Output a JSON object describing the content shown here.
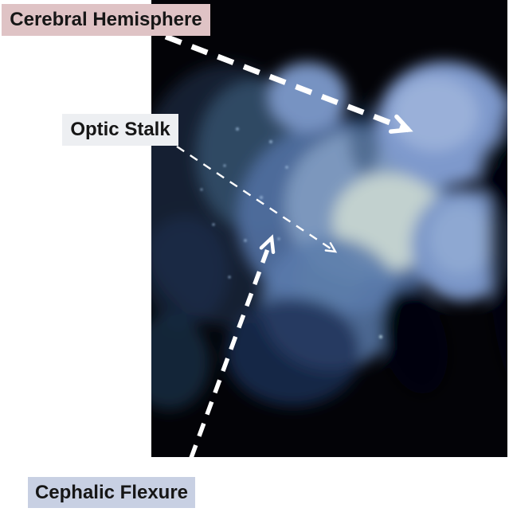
{
  "figure": {
    "type": "annotated-micrograph",
    "background_color": "#ffffff",
    "photo": {
      "background_color": "#030307",
      "subject": "fluorescent blue embryonic brain on black background",
      "tissue_colors": {
        "bright_core": "#c2d1cf",
        "lobe_blue": "#7e99cc",
        "haze_blue": "#557b9f",
        "deep_shadow": "#1b2f55"
      }
    },
    "labels": {
      "cerebral_hemisphere": {
        "text": "Cerebral Hemisphere",
        "bg_color": "#dfc3c5",
        "text_color": "#161616"
      },
      "optic_stalk": {
        "text": "Optic Stalk",
        "bg_color": "#edeff2",
        "text_color": "#161616"
      },
      "cephalic_flexure": {
        "text": "Cephalic Flexure",
        "bg_color": "#c8d0e3",
        "text_color": "#161616"
      }
    },
    "arrows": [
      {
        "id": "cerebral-hemisphere-arrow",
        "style": "thick-dashed",
        "color": "#ffffff",
        "points_to": "cerebral hemisphere lobe"
      },
      {
        "id": "optic-stalk-arrow",
        "style": "thin-dashed",
        "color": "#ffffff",
        "points_to": "optic stalk region"
      },
      {
        "id": "cephalic-flexure-arrow",
        "style": "medium-dashed",
        "color": "#ffffff",
        "points_to": "cephalic flexure bend"
      }
    ]
  }
}
